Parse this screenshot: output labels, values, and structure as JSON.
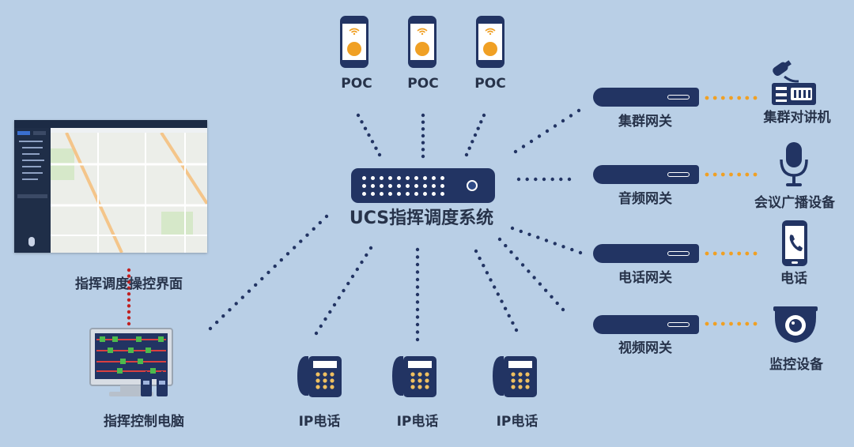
{
  "center": {
    "label": "UCS指挥调度系统"
  },
  "poc_devices": [
    {
      "label": "POC"
    },
    {
      "label": "POC"
    },
    {
      "label": "POC"
    }
  ],
  "gateways": [
    {
      "label": "集群网关",
      "device_label": "集群对讲机",
      "device_icon": "radio-transceiver-icon"
    },
    {
      "label": "音频网关",
      "device_label": "会议广播设备",
      "device_icon": "microphone-icon"
    },
    {
      "label": "电话网关",
      "device_label": "电话",
      "device_icon": "mobile-phone-icon"
    },
    {
      "label": "视频网关",
      "device_label": "监控设备",
      "device_icon": "surveillance-camera-icon"
    }
  ],
  "ip_phones": [
    {
      "label": "IP电话"
    },
    {
      "label": "IP电话"
    },
    {
      "label": "IP电话"
    }
  ],
  "left": {
    "interface_label": "指挥调度操控界面",
    "computer_label": "指挥控制电脑"
  },
  "colors": {
    "background": "#b9cfe6",
    "device_navy": "#223463",
    "dot_blue": "#223463",
    "dot_orange": "#f0a024",
    "dot_red": "#c02020",
    "text": "#27334a"
  }
}
